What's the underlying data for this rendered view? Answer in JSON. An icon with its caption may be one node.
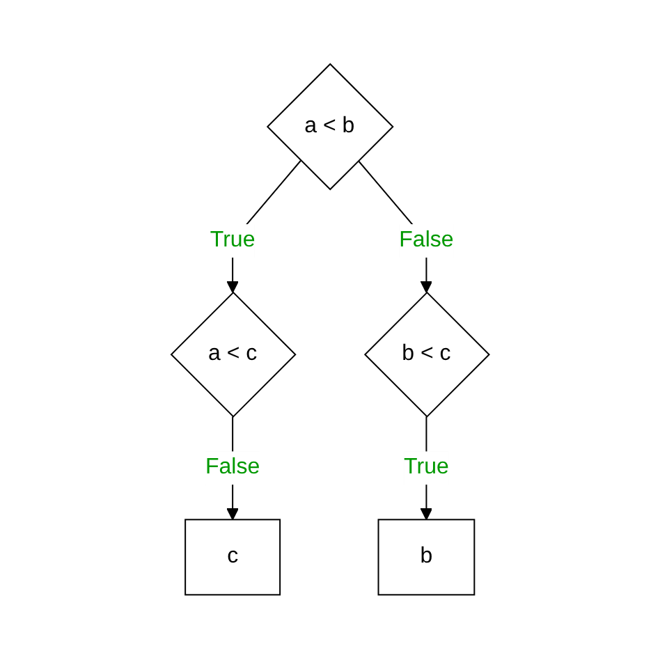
{
  "diagram": {
    "nodes": [
      {
        "text": [
          "a < b"
        ]
      },
      {
        "text": [
          "a < c"
        ]
      },
      {
        "text": [
          "b < c"
        ]
      },
      {
        "text": [
          "c"
        ]
      },
      {
        "text": [
          "b"
        ]
      }
    ],
    "edges": [
      {
        "from": 0,
        "to": 1,
        "arrow": "to",
        "label": "True"
      },
      {
        "from": 0,
        "to": 2,
        "arrow": "to",
        "label": "False"
      },
      {
        "from": 1,
        "to": 3,
        "arrow": "to",
        "label": "False"
      },
      {
        "from": 2,
        "to": 4,
        "arrow": "to",
        "label": "True"
      }
    ]
  }
}
